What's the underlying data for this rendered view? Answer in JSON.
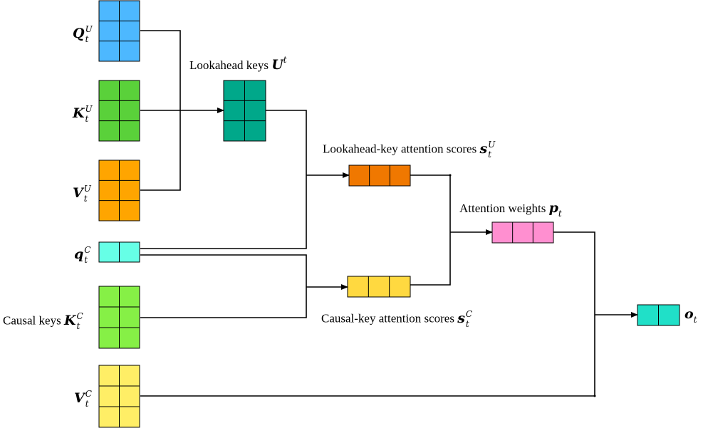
{
  "colors": {
    "Q_U": "#4db8ff",
    "K_U": "#5ad13a",
    "V_U": "#ffa500",
    "U_t": "#00a88a",
    "q_C": "#66ffe6",
    "K_C": "#86f046",
    "V_C": "#ffee66",
    "s_U": "#f07800",
    "s_C": "#ffd940",
    "p_t": "#ff8fd0",
    "o_t": "#20e0c8",
    "line": "#000000",
    "grid": "#000000"
  },
  "labels": {
    "Q_U": {
      "sym": "Q",
      "sup": "U",
      "sub": "t"
    },
    "K_U": {
      "sym": "K",
      "sup": "U",
      "sub": "t"
    },
    "V_U": {
      "sym": "V",
      "sup": "U",
      "sub": "t"
    },
    "q_C": {
      "sym": "q",
      "sup": "C",
      "sub": "t"
    },
    "K_C": {
      "prefix": "Causal keys",
      "sym": "K",
      "sup": "C",
      "sub": "t"
    },
    "V_C": {
      "sym": "V",
      "sup": "C",
      "sub": "t"
    },
    "U_t": {
      "prefix": "Lookahead keys",
      "sym": "U",
      "sup": "t"
    },
    "s_U": {
      "prefix": "Lookahead-key attention scores",
      "sym": "s",
      "sup": "U",
      "sub": "t"
    },
    "s_C": {
      "prefix": "Causal-key attention scores",
      "sym": "s",
      "sup": "C",
      "sub": "t"
    },
    "p_t": {
      "prefix": "Attention weights",
      "sym": "p",
      "sub": "t"
    },
    "o_t": {
      "sym": "o",
      "sub": "t"
    }
  }
}
